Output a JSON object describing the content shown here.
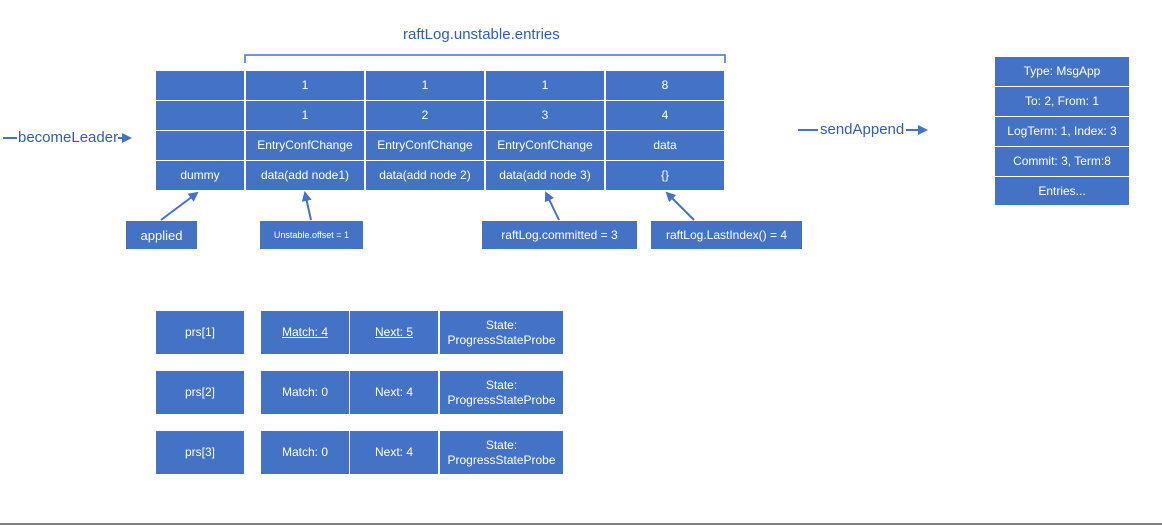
{
  "title": "raftLog.unstable.entries",
  "left_label": "becomeLeader",
  "right_label": "sendAppend",
  "table": {
    "rows": [
      [
        "",
        "1",
        "1",
        "1",
        "8"
      ],
      [
        "",
        "1",
        "2",
        "3",
        "4"
      ],
      [
        "",
        "EntryConfChange",
        "EntryConfChange",
        "EntryConfChange",
        "data"
      ],
      [
        "dummy",
        "data(add node1)",
        "data(add node 2)",
        "data(add node 3)",
        "{}"
      ]
    ]
  },
  "pointers": [
    "applied",
    "Unstable.offset = 1",
    "raftLog.committed = 3",
    "raftLog.LastIndex() = 4"
  ],
  "message": [
    "Type: MsgApp",
    "To: 2, From: 1",
    "LogTerm: 1, Index: 3",
    "Commit: 3, Term:8",
    "Entries..."
  ],
  "progress": [
    {
      "name": "prs[1]",
      "match": "Match: 4",
      "next": "Next: 5",
      "state_label": "State:",
      "state_value": "ProgressStateProbe"
    },
    {
      "name": "prs[2]",
      "match": "Match: 0",
      "next": "Next: 4",
      "state_label": "State:",
      "state_value": "ProgressStateProbe"
    },
    {
      "name": "prs[3]",
      "match": "Match: 0",
      "next": "Next: 4",
      "state_label": "State:",
      "state_value": "ProgressStateProbe"
    }
  ],
  "colors": {
    "box_fill": "#4472c4",
    "text_label": "#2e5fb4"
  }
}
